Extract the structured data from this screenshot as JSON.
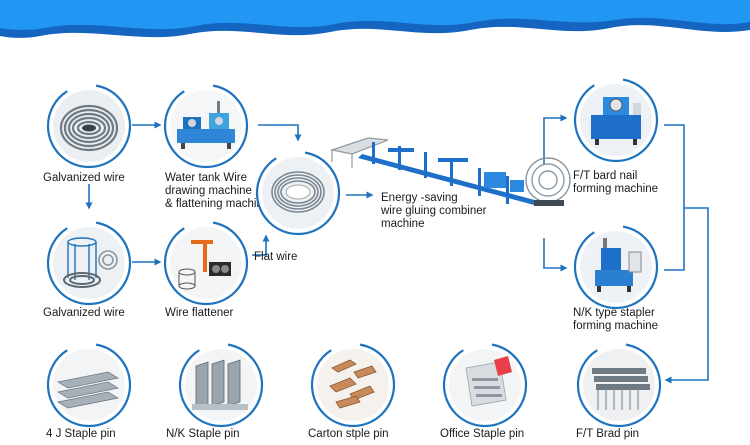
{
  "colors": {
    "ring": "#1e73be",
    "ring_light": "#9cc3e6",
    "arrow": "#1e73be",
    "wave_top": "#1565c0",
    "wave_mid": "#2196f3",
    "steel": "#8e9aa6",
    "machine_blue": "#1d6fc9",
    "copper": "#c98a5b"
  },
  "nodes": {
    "galvanized_wire_1": {
      "label": "Galvanized wire",
      "icon": "wire-coil-icon"
    },
    "water_tank": {
      "label_lines": [
        "Water tank Wire",
        "drawing machine",
        "& flattening machine"
      ],
      "icon": "wire-drawing-machine-icon"
    },
    "flat_wire": {
      "label": "Flat wire",
      "icon": "flat-wire-coil-icon"
    },
    "galvanized_wire_2": {
      "label": "Galvanized wire",
      "icon": "wire-cage-icon"
    },
    "wire_flattener": {
      "label": "Wire flattener",
      "icon": "wire-flattener-icon"
    },
    "combiner": {
      "label_lines": [
        "Energy -saving",
        "wire gluing combiner",
        "machine"
      ],
      "icon": "combiner-machine-icon"
    },
    "ft_bard_nail": {
      "label_lines": [
        "F/T bard nail",
        "forming machine"
      ],
      "icon": "forming-machine-icon"
    },
    "nk_stapler": {
      "label_lines": [
        "N/K type stapler",
        "forming machine"
      ],
      "icon": "stapler-machine-icon"
    },
    "staple_4j": {
      "label": "4 J Staple pin",
      "icon": "staple-strip-icon"
    },
    "staple_nk": {
      "label": "N/K Staple pin",
      "icon": "nk-staple-icon"
    },
    "staple_carton": {
      "label": "Carton stple pin",
      "icon": "carton-staple-icon"
    },
    "staple_office": {
      "label": "Office Staple pin",
      "icon": "office-staple-icon"
    },
    "brad_ft": {
      "label": "F/T Brad pin",
      "icon": "brad-pin-icon"
    }
  }
}
